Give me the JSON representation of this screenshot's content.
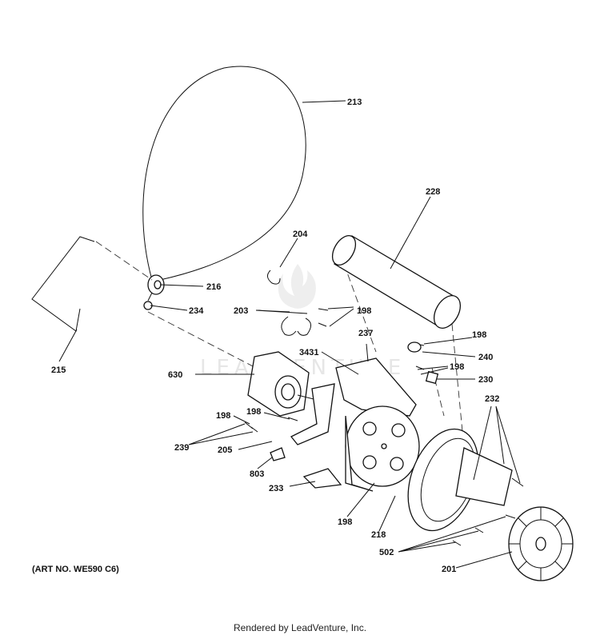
{
  "labels": {
    "p213": "213",
    "p228": "228",
    "p204": "204",
    "p216": "216",
    "p234": "234",
    "p203": "203",
    "p198a": "198",
    "p198b": "198",
    "p215": "215",
    "p237": "237",
    "p3431": "3431",
    "p240": "240",
    "p198c": "198",
    "p630": "630",
    "p230": "230",
    "p232": "232",
    "p198d": "198",
    "p198e": "198",
    "p239": "239",
    "p205": "205",
    "p803": "803",
    "p233": "233",
    "p198f": "198",
    "p218": "218",
    "p502": "502",
    "p201": "201"
  },
  "watermark": "LEADVENTURE",
  "art_number": "(ART NO. WE590 C6)",
  "footer": "Rendered by LeadVenture, Inc."
}
